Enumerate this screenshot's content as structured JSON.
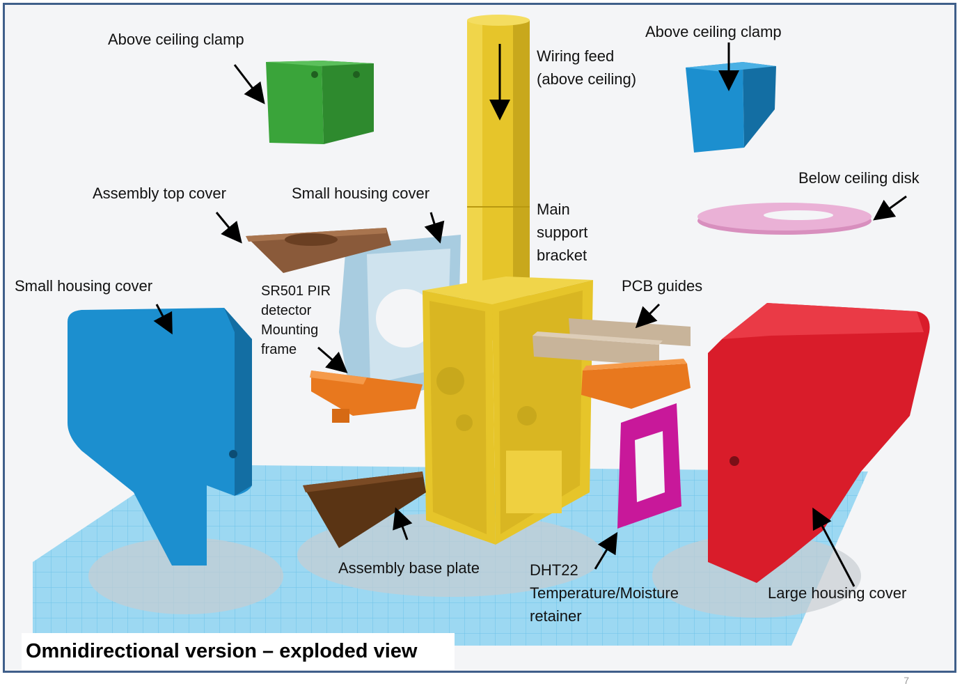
{
  "labels": {
    "clamp_left": "Above ceiling clamp",
    "clamp_right": "Above ceiling clamp",
    "wiring_feed": "Wiring feed\n(above ceiling)",
    "below_disk": "Below ceiling disk",
    "top_cover": "Assembly top cover",
    "small_cover_top": "Small housing cover",
    "main_bracket": "Main\nsupport\nbracket",
    "small_cover_left": "Small housing cover",
    "pir_frame": "SR501 PIR\ndetector\nMounting\nframe",
    "pcb_guides": "PCB guides",
    "base_plate": "Assembly base plate",
    "dht22": "DHT22\nTemperature/Moisture\nretainer",
    "large_cover": "Large housing cover"
  },
  "caption": "Omnidirectional version – exploded view",
  "page_number": "7",
  "colors": {
    "frame": "#3f5f8a",
    "grid": "#8fd3f0",
    "yellow": "#e6c52a",
    "blue": "#1c8fcf",
    "green": "#3aa43a",
    "red": "#d91c2a",
    "brown": "#8a5a3a",
    "dark_brown": "#5a3414",
    "orange": "#e8781e",
    "magenta": "#c8189a",
    "pink": "#e8a8d0",
    "tan": "#c8b49a",
    "light_blue": "#a8cce0"
  }
}
